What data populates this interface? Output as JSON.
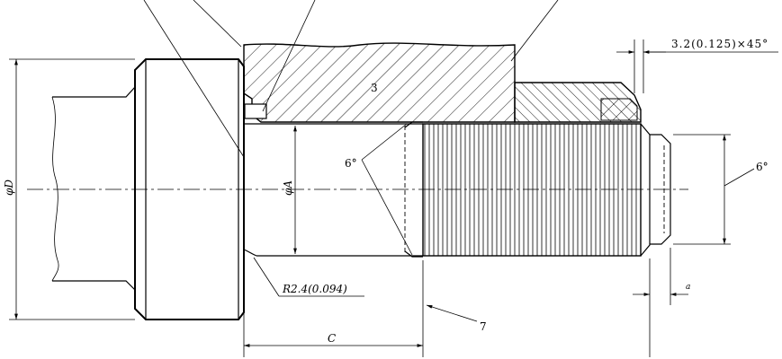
{
  "labels": {
    "chamfer_note": "3.2(0.125)×45°",
    "section_mark_3": "3",
    "angle_left": "6°",
    "angle_right": "6°",
    "dim_d": "φD",
    "dim_a": "φA",
    "radius_note": "R2.4(0.094)",
    "dim_c": "C",
    "ref_7": "7",
    "small_dim": "a"
  }
}
